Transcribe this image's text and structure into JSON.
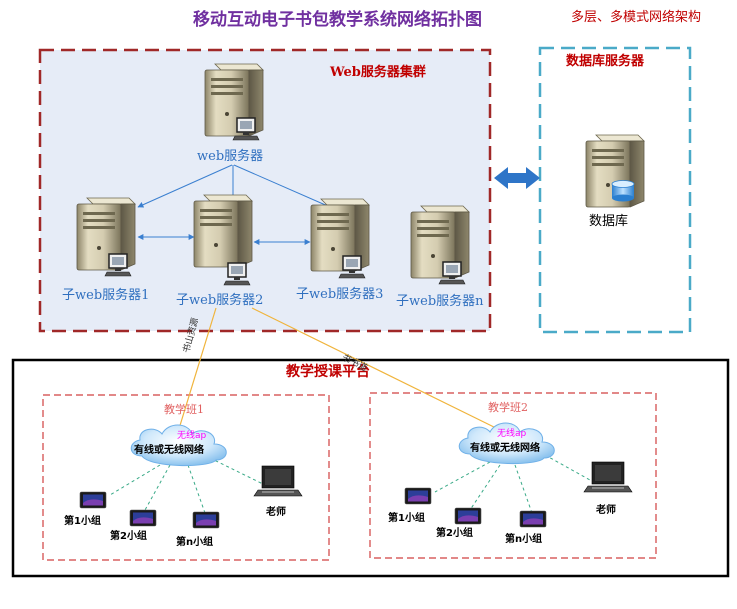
{
  "title": "移动互动电子书包教学系统网络拓扑图",
  "subtitle": "多层、多模式网络架构",
  "web_cluster": {
    "label": "Web服务器集群",
    "main_server": "web服务器",
    "sub_servers": [
      "子web服务器1",
      "子web服务器2",
      "子web服务器3",
      "子web服务器n"
    ]
  },
  "db_server": {
    "label": "数据库服务器",
    "node": "数据库"
  },
  "platform": {
    "label": "教学授课平台",
    "channel_1": "书山资源",
    "channel_2": "书书道"
  },
  "classes": [
    {
      "label": "教学班1",
      "ap": "无线ap",
      "network": "有线或无线网络",
      "groups": [
        "第1小组",
        "第2小组",
        "第n小组"
      ],
      "teacher": "老师"
    },
    {
      "label": "教学班2",
      "ap": "无线ap",
      "network": "有线或无线网络",
      "groups": [
        "第1小组",
        "第2小组",
        "第n小组"
      ],
      "teacher": "老师"
    }
  ]
}
